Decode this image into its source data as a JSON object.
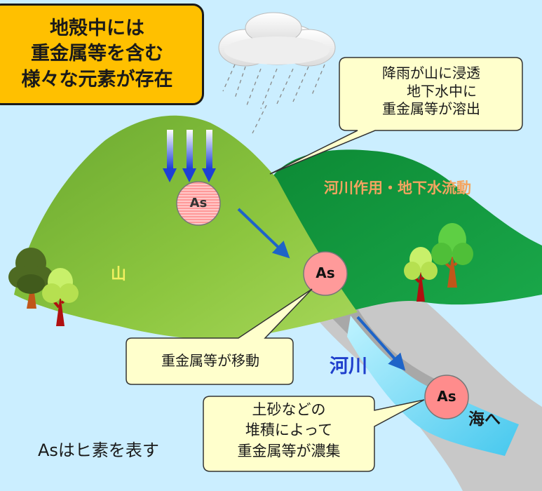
{
  "title_box": {
    "lines": [
      "地殻中には",
      "重金属等を含む",
      "様々な元素が存在"
    ]
  },
  "callout_rain": {
    "lines": [
      "降雨が山に浸透",
      "地下水中に",
      "重金属等が溶出"
    ]
  },
  "callout_move": {
    "text": "重金属等が移動"
  },
  "callout_deposit": {
    "lines": [
      "土砂などの",
      "堆積によって",
      "重金属等が濃集"
    ]
  },
  "labels": {
    "river_action": "河川作用・地下水流動",
    "mountain": "山",
    "river": "河川",
    "to_sea": "海へ",
    "legend": "Asはヒ素を表す"
  },
  "arsenic_symbol": "As",
  "colors": {
    "sky": "#cbeeff",
    "mountain_light": "#86c23f",
    "mountain_dark": "#119a3d",
    "title_box": "#ffc000",
    "callout": "#ffffcc",
    "river_label": "#1f3fcc",
    "orange_label": "#f4a460",
    "as_circle": "#ff9a9a"
  }
}
